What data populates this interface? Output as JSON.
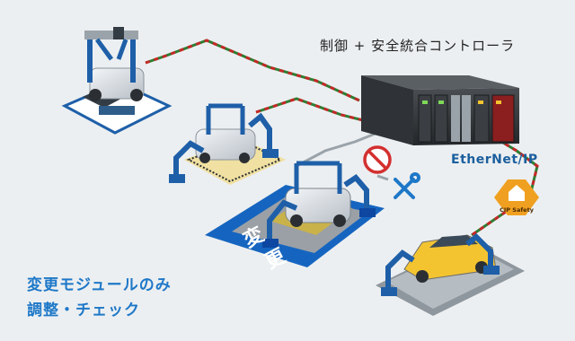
{
  "controller": {
    "label": "制御 + 安全統合コントローラ"
  },
  "network": {
    "label": "EtherNet/IP"
  },
  "safety_badge": {
    "label": "CIP Safety"
  },
  "change_zone": {
    "label_line1": "変",
    "label_line2": "更"
  },
  "caption": {
    "line1": "変更モジュールのみ",
    "line2": "調整・チェック"
  },
  "colors": {
    "accent_blue": "#1e78c8",
    "zone_blue": "#1565c0",
    "cable_red": "#c62828",
    "cable_green": "#2e7d32",
    "badge_orange": "#f0a020",
    "no_symbol_red": "#d32f2f"
  },
  "icons": [
    "no-entry-icon",
    "wrench-screwdriver-icon",
    "cip-safety-icon"
  ]
}
